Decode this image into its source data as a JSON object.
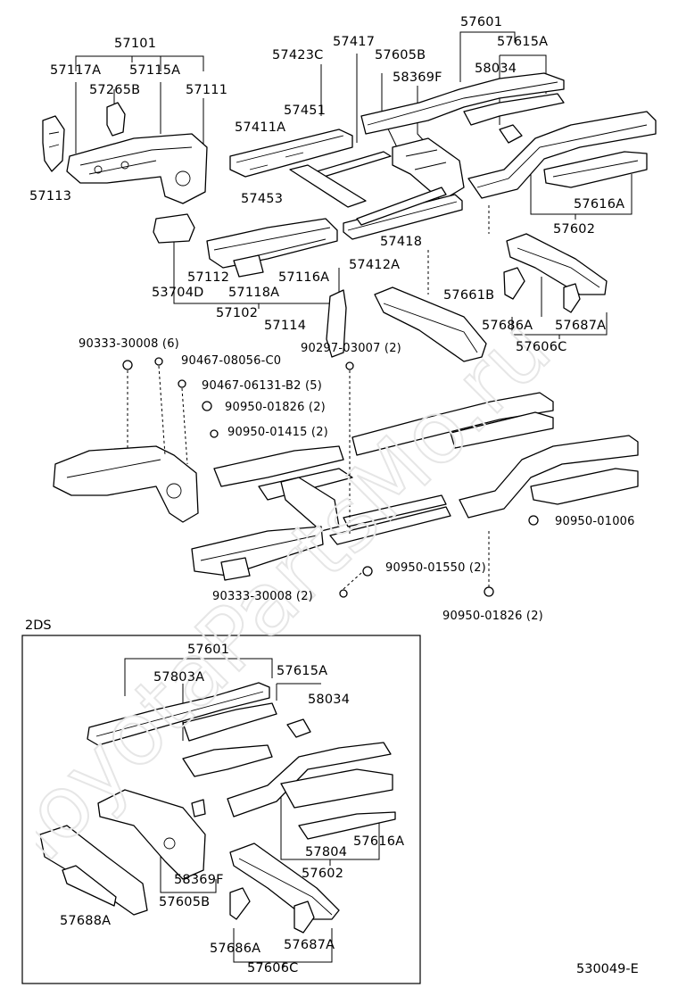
{
  "watermark": "ToyotaPartsMo.ru",
  "inset_title": "2DS",
  "figure_number": "530049-E",
  "labels": {
    "l57101": "57101",
    "l57117A": "57117A",
    "l57115A": "57115A",
    "l57265B": "57265B",
    "l57111": "57111",
    "l57113": "57113",
    "l57423C": "57423C",
    "l57417": "57417",
    "l57605B": "57605B",
    "l57601": "57601",
    "l57615A": "57615A",
    "l58034": "58034",
    "l58369F": "58369F",
    "l57451": "57451",
    "l57411A": "57411A",
    "l57453": "57453",
    "l57418": "57418",
    "l57412A": "57412A",
    "l57616A": "57616A",
    "l57602": "57602",
    "l57112": "57112",
    "l57116A": "57116A",
    "l53704D": "53704D",
    "l57118A": "57118A",
    "l57102": "57102",
    "l57114": "57114",
    "l57661B": "57661B",
    "l57686A": "57686A",
    "l57687A": "57687A",
    "l57606C": "57606C",
    "l90333_6": "90333-30008 (6)",
    "l90467_c0": "90467-08056-C0",
    "l90297": "90297-03007 (2)",
    "l90467_b2": "90467-06131-B2 (5)",
    "l90950_01826a": "90950-01826 (2)",
    "l90950_01415": "90950-01415 (2)",
    "l90950_01006": "90950-01006",
    "l90950_01550": "90950-01550 (2)",
    "l90333_2": "90333-30008 (2)",
    "l90950_01826b": "90950-01826 (2)",
    "i57601": "57601",
    "i57803A": "57803A",
    "i57615A": "57615A",
    "i58034": "58034",
    "i58369F": "58369F",
    "i57602": "57602",
    "i57804": "57804",
    "i57616A": "57616A",
    "i57605B": "57605B",
    "i57688A": "57688A",
    "i57686A": "57686A",
    "i57687A": "57687A",
    "i57606C": "57606C"
  }
}
